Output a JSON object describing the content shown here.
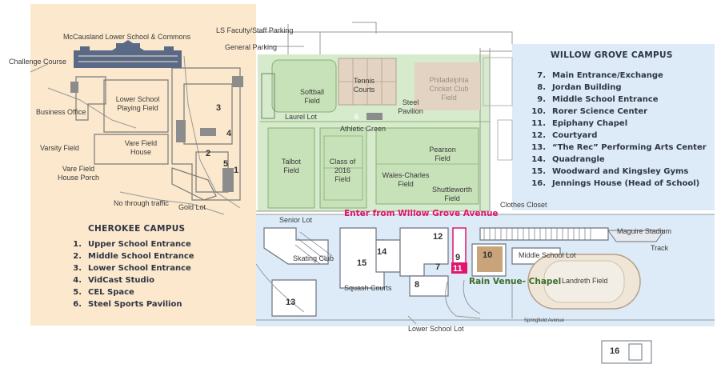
{
  "colors": {
    "cherokee": "#fbe8cd",
    "willow": "#dcebf7",
    "athletic": "#d6ebcb",
    "building": "#8c8c8c",
    "building_light": "#d9d4cf",
    "field_brown": "#e3d3c3",
    "highlight": "#e0156b",
    "chapel": "#c9a47a",
    "rain": "#3d6b2b"
  },
  "cherokee": {
    "title": "CHEROKEE CAMPUS",
    "items": [
      {
        "n": "1.",
        "label": "Upper School Entrance"
      },
      {
        "n": "2.",
        "label": "Middle School Entrance"
      },
      {
        "n": "3.",
        "label": "Lower School Entrance"
      },
      {
        "n": "4.",
        "label": "VidCast Studio"
      },
      {
        "n": "5.",
        "label": "CEL Space"
      },
      {
        "n": "6.",
        "label": "Steel Sports Pavilion"
      }
    ]
  },
  "willow": {
    "title": "WILLOW GROVE CAMPUS",
    "items": [
      {
        "n": "7.",
        "label": "Main Entrance/Exchange"
      },
      {
        "n": "8.",
        "label": "Jordan Building"
      },
      {
        "n": "9.",
        "label": "Middle School Entrance"
      },
      {
        "n": "10.",
        "label": "Rorer Science Center"
      },
      {
        "n": "11.",
        "label": "Epiphany Chapel"
      },
      {
        "n": "12.",
        "label": "Courtyard"
      },
      {
        "n": "13.",
        "label": "“The Rec” Performing Arts Center"
      },
      {
        "n": "14.",
        "label": "Quadrangle"
      },
      {
        "n": "15.",
        "label": "Woodward and Kingsley Gyms"
      },
      {
        "n": "16.",
        "label": "Jennings House (Head of School)"
      }
    ]
  },
  "callouts": {
    "enter": "Enter from Willow Grove Avenue",
    "rain": "Rain Venue- Chapel"
  },
  "labels": {
    "mccausland": "McCausland Lower School & Commons",
    "ls_parking": "LS Faculty/Staff Parking",
    "general_parking": "General Parking",
    "challenge": "Challenge Course",
    "business": "Business Office",
    "lower_field": "Lower School Playing Field",
    "varsity": "Varsity Field",
    "vare_house": "Vare Field House",
    "vare_porch": "Vare Field House Porch",
    "no_through": "No through traffic",
    "gold_lot": "Gold Lot",
    "softball": "Softball Field",
    "laurel": "Laurel Lot",
    "tennis": "Tennis Courts",
    "steel_pav": "Steel Pavilion",
    "athletic_green": "Athletic   Green",
    "philly": "Philadelphia Cricket Club Field",
    "talbot": "Talbot Field",
    "class2016": "Class of 2016 Field",
    "pearson": "Pearson Field",
    "wales": "Wales-Charles Field",
    "shuttleworth": "Shuttleworth Field",
    "clothes": "Clothes Closet",
    "senior": "Senior Lot",
    "maguire": "Maguire Stadium",
    "track": "Track",
    "ms_lot": "Middle School Lot",
    "landreth": "Landreth Field",
    "skating": "Skating Club",
    "squash": "Squash Courts",
    "ls_lot": "Lower School Lot",
    "springfield": "Springfield Avenue"
  },
  "numbers": {
    "n1": "1",
    "n2": "2",
    "n3": "3",
    "n4": "4",
    "n5": "5",
    "n6": "6",
    "n7": "7",
    "n8": "8",
    "n9": "9",
    "n10": "10",
    "n11": "11",
    "n12": "12",
    "n13": "13",
    "n14": "14",
    "n15": "15",
    "n16": "16"
  }
}
